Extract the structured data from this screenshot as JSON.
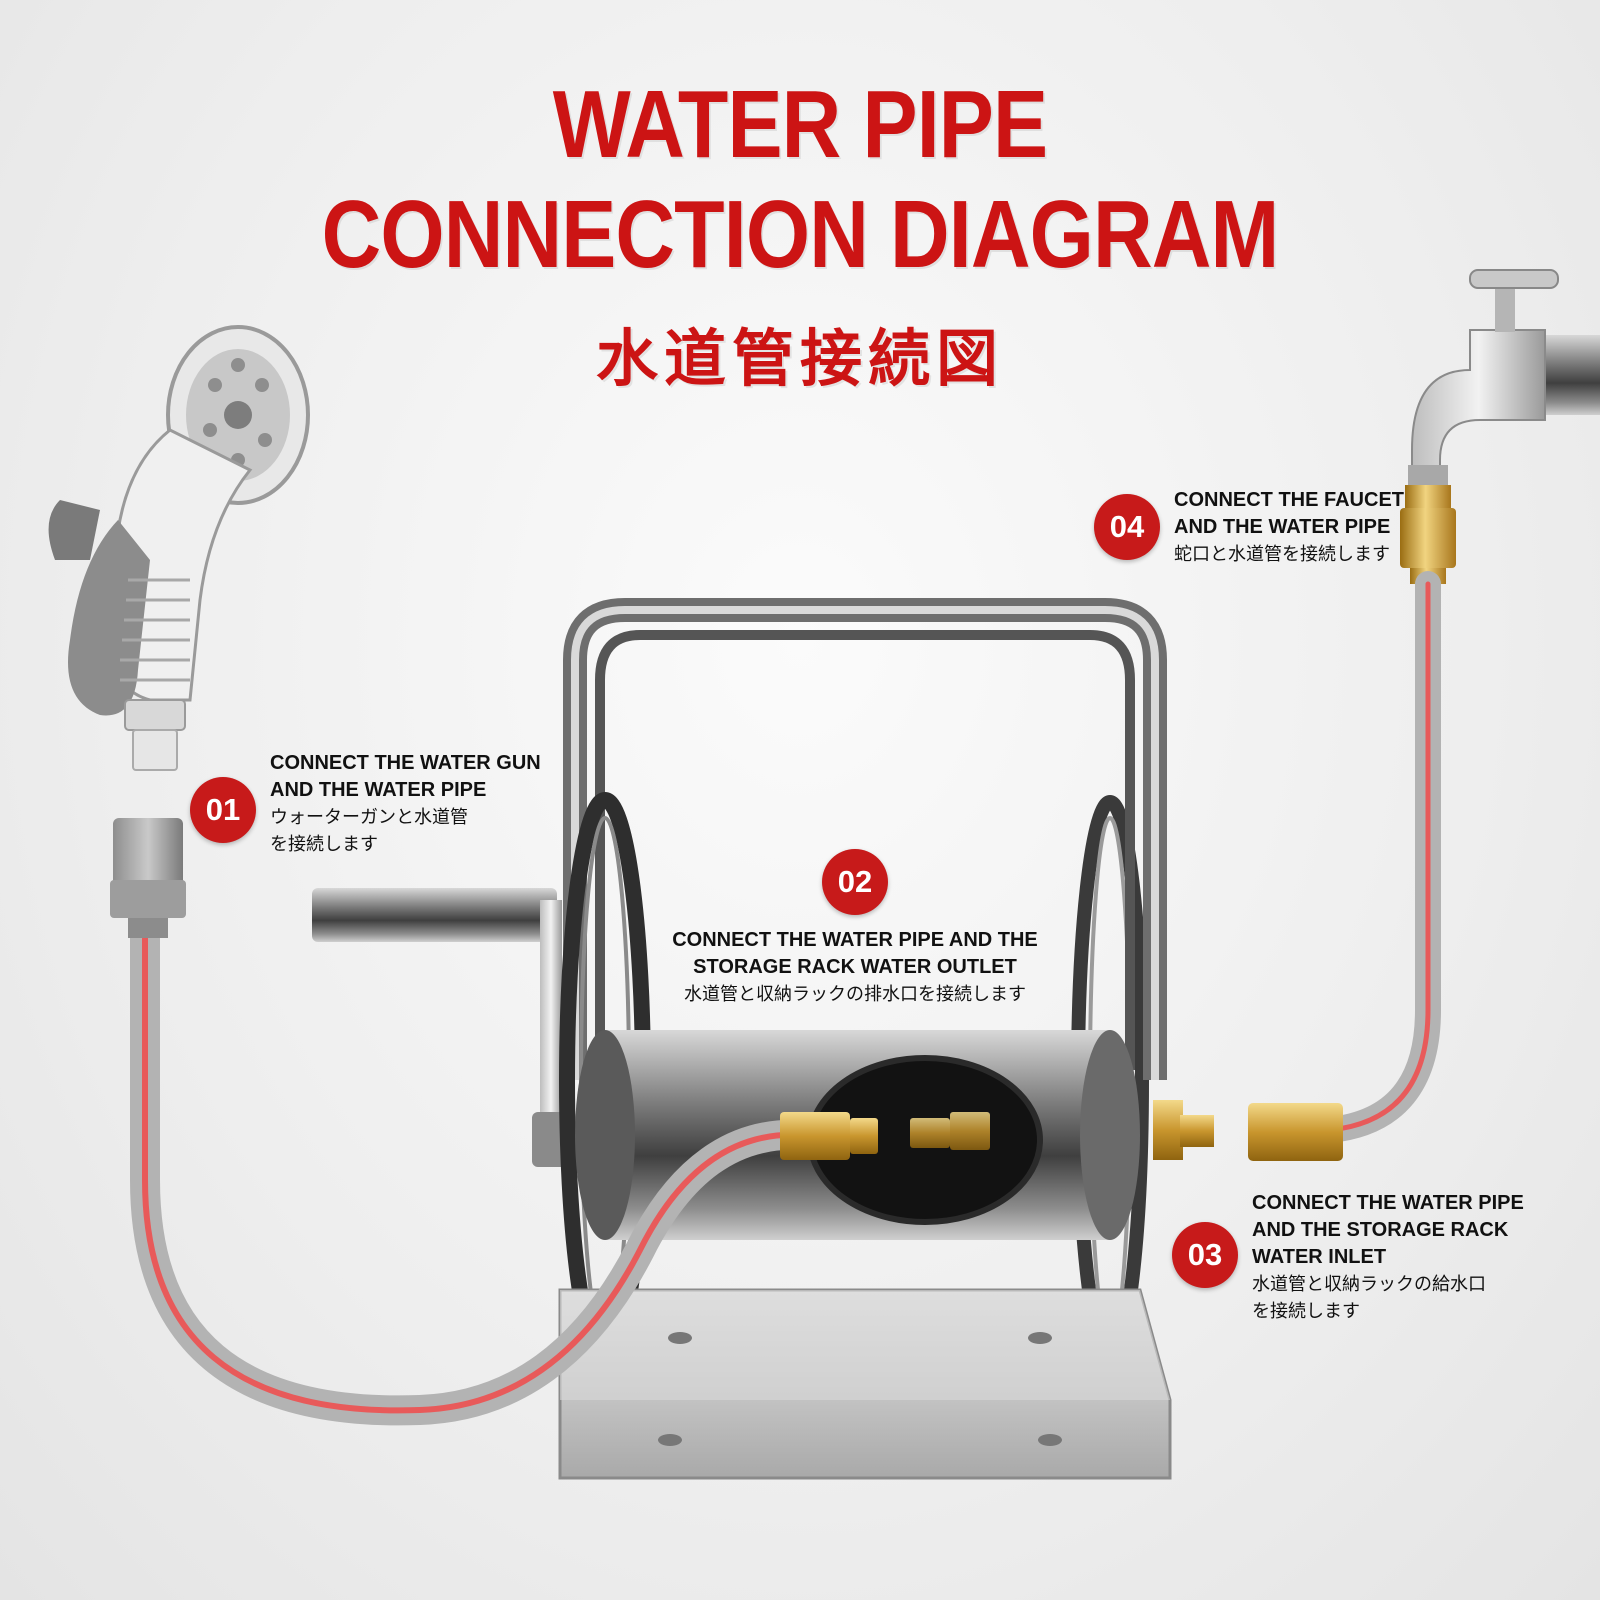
{
  "title": {
    "line1": "WATER PIPE",
    "line2": "CONNECTION DIAGRAM",
    "jp": "水道管接続図"
  },
  "steps": [
    {
      "num": "01",
      "en1": "CONNECT THE WATER GUN",
      "en2": "AND THE WATER PIPE",
      "jp1": "ウォーターガンと水道管",
      "jp2": "を接続します"
    },
    {
      "num": "02",
      "en1": "CONNECT THE WATER PIPE AND THE",
      "en2": "STORAGE RACK WATER OUTLET",
      "jp1": "水道管と収納ラックの排水口を接続します"
    },
    {
      "num": "03",
      "en1": "CONNECT THE WATER PIPE",
      "en2": "AND THE STORAGE RACK",
      "en3": "WATER INLET",
      "jp1": "水道管と収納ラックの給水口",
      "jp2": "を接続します"
    },
    {
      "num": "04",
      "en1": "CONNECT THE FAUCET",
      "en2": "AND THE WATER PIPE",
      "jp1": "蛇口と水道管を接続します"
    }
  ],
  "colors": {
    "accent": "#c71a1a",
    "title": "#cc1414",
    "brass": "#c9a24a",
    "steel": "#9a9a9a",
    "hose_stripe": "#e85a5a"
  },
  "icons": [
    "spray-gun-icon",
    "faucet-icon",
    "hose-reel-icon",
    "connector-icon"
  ]
}
